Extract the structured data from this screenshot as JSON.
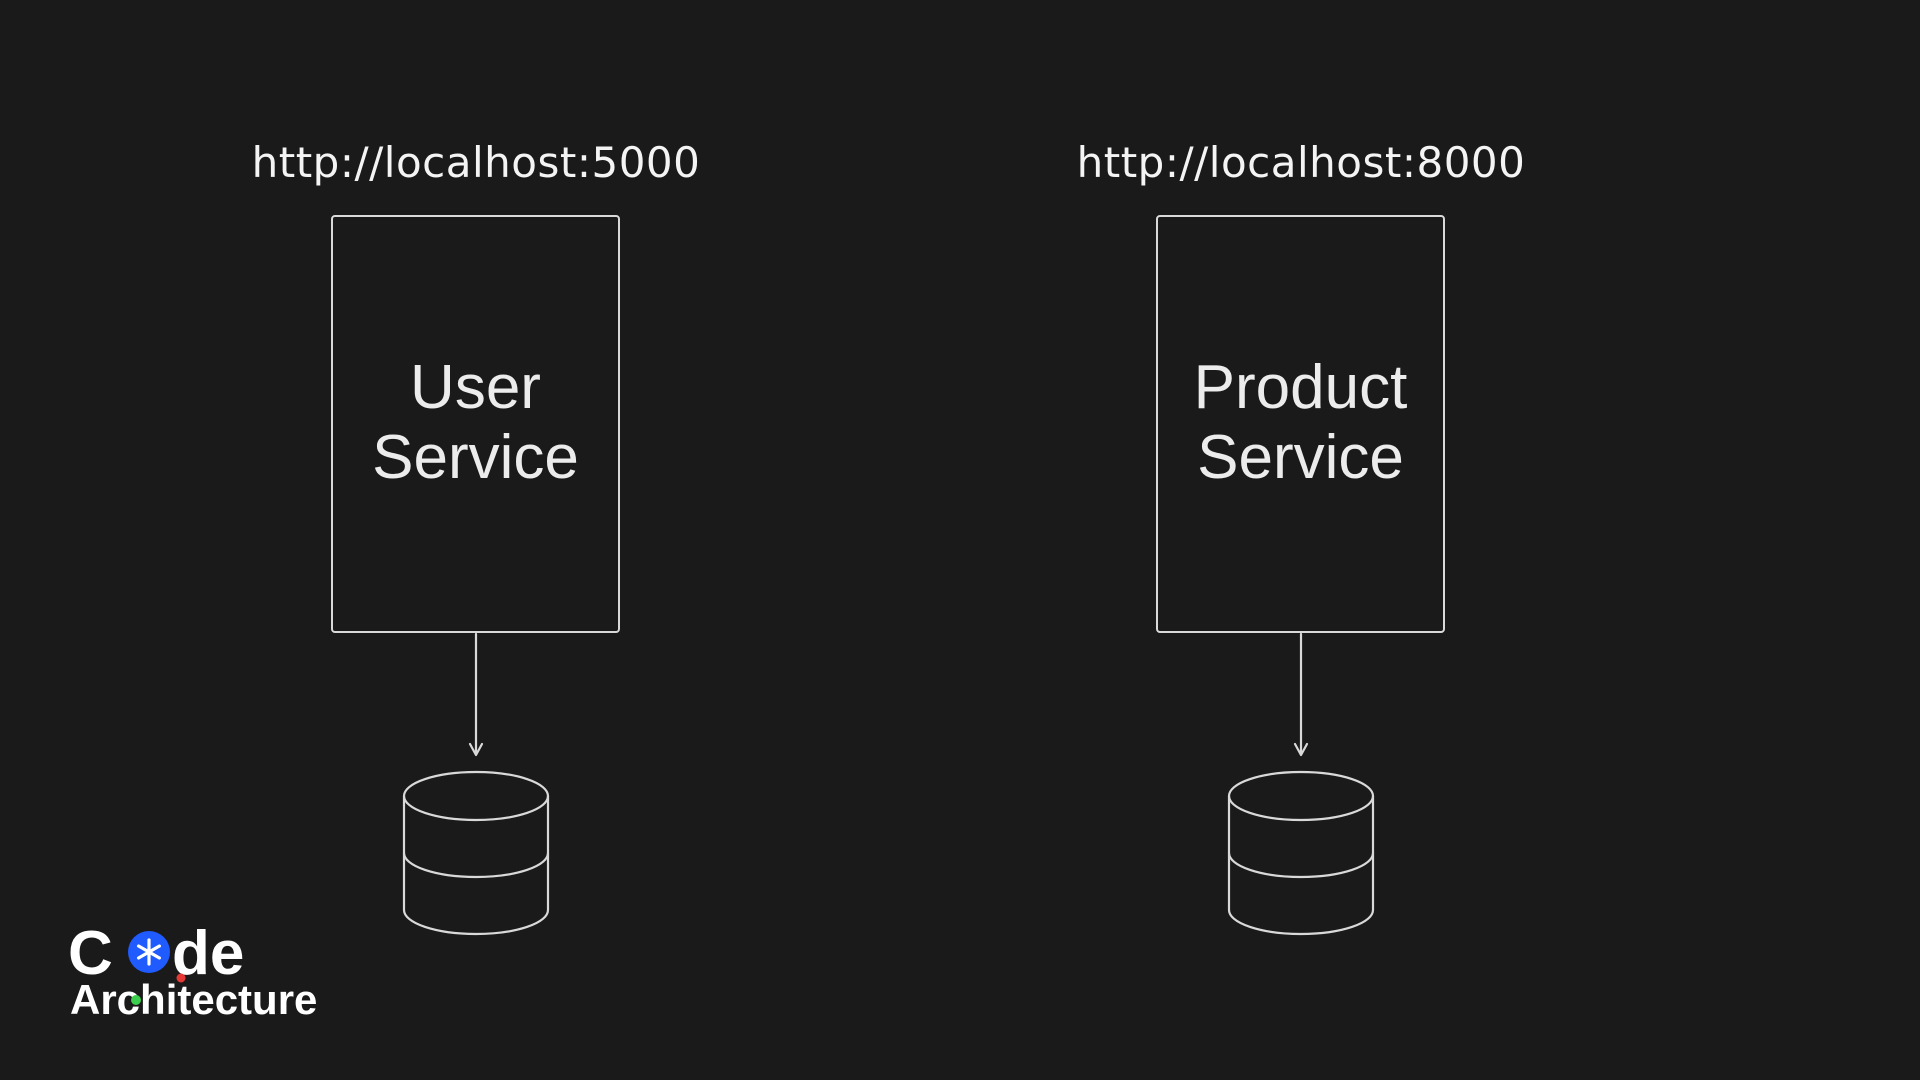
{
  "diagram": {
    "services": [
      {
        "url": "http://localhost:5000",
        "name_line1": "User",
        "name_line2": "Service"
      },
      {
        "url": "http://localhost:8000",
        "name_line1": "Product",
        "name_line2": "Service"
      }
    ]
  },
  "logo": {
    "line1": "Code",
    "line2": "Architecture"
  },
  "colors": {
    "background": "#1a1a1a",
    "stroke": "#d9d9d9",
    "text": "#f2f2f2",
    "logo_blue": "#1f5bff",
    "logo_red": "#e53935",
    "logo_green": "#3ccf4e"
  }
}
